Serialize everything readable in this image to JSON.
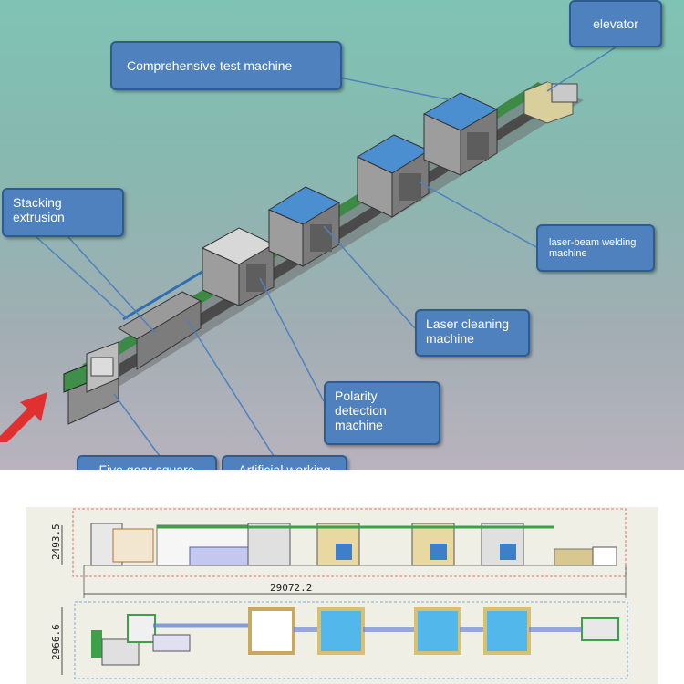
{
  "callouts": {
    "elevator": "elevator",
    "comprehensive_test": "Comprehensive test machine",
    "stacking_extrusion": "Stacking extrusion",
    "laser_welding": "laser-beam welding machine",
    "laser_cleaning": "Laser cleaning machine",
    "polarity_detection": "Polarity detection machine",
    "shell_sorting": "Five gear square shell sorting",
    "working_space": "Artificial working space"
  },
  "dimensions": {
    "front_height": "2493.5",
    "total_length": "29072.2",
    "top_width": "2966.6"
  },
  "colors": {
    "callout_fill": "#4e81bd",
    "callout_border": "#2f5c8f",
    "leader_line": "#4e81bd",
    "arrow": "#e03030"
  }
}
